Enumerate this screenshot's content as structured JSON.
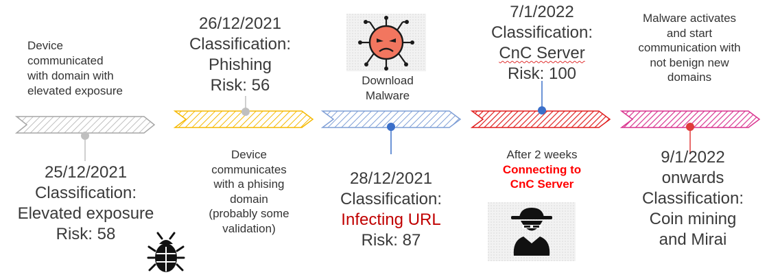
{
  "colors": {
    "gray": "#bfbfbf",
    "yellow": "#f5b800",
    "blue": "#7f9fd6",
    "red": "#e01e1e",
    "pink": "#d9338f",
    "blue_dot": "#3b6fc9",
    "red_dot": "#e03b3b",
    "red_text": "#c00000"
  },
  "icons": {
    "malware": "virus-face-icon",
    "bug": "bug-icon",
    "hacker": "hacker-icon"
  },
  "events": [
    {
      "above": [
        "Device",
        "communicated",
        "with domain with",
        "elevated exposure"
      ],
      "below": [
        "25/12/2021",
        "Classification:",
        "Elevated exposure",
        "Risk: 58"
      ]
    },
    {
      "above": [
        "26/12/2021",
        "Classification:",
        "Phishing",
        "Risk: 56"
      ],
      "below": [
        "Device",
        "communicates",
        "with a phising",
        "domain",
        "(probably some",
        "validation)"
      ]
    },
    {
      "above": [
        "Download",
        "Malware"
      ],
      "below": [
        "28/12/2021",
        "Classification:",
        "Infecting URL",
        "Risk: 87"
      ]
    },
    {
      "above": [
        "7/1/2022",
        "Classification:",
        "CnC Server",
        "Risk: 100"
      ],
      "below_note": "After 2 weeks",
      "below_highlight": [
        "Connecting to",
        "CnC Server"
      ]
    },
    {
      "above": [
        "Malware activates",
        "and start",
        "communication with",
        "not benign new",
        "domains"
      ],
      "below": [
        "9/1/2022",
        "onwards",
        "Classification:",
        "Coin mining",
        "and Mirai"
      ]
    }
  ]
}
